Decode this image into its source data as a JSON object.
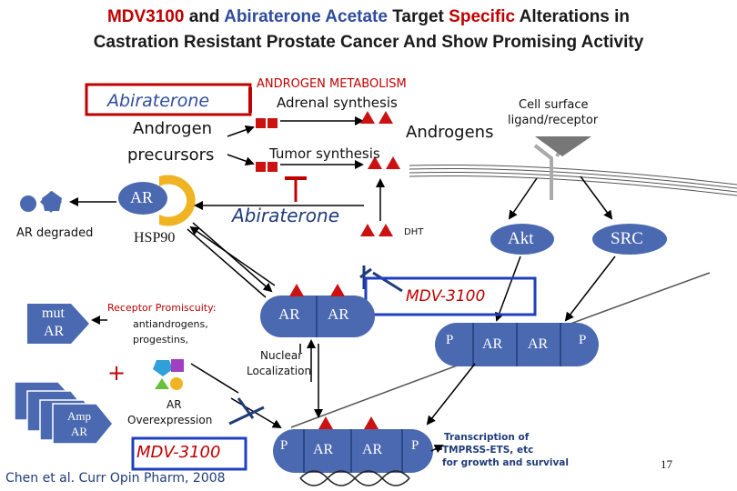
{
  "title": {
    "line1": [
      {
        "text": "MDV3100",
        "color": "red"
      },
      {
        "text": " and ",
        "color": "black"
      },
      {
        "text": "Abiraterone Acetate",
        "color": "blue"
      },
      {
        "text": " Target ",
        "color": "black"
      },
      {
        "text": "Specific",
        "color": "red"
      },
      {
        "text": " Alterations in",
        "color": "black"
      }
    ],
    "line2": "Castration Resistant Prostate Cancer And Show Promising Activity"
  },
  "labels": {
    "abiraterone_box": "Abiraterone",
    "androgen_precursors_1": "Androgen",
    "androgen_precursors_2": "precursors",
    "androgen_metabolism": "ANDROGEN METABOLISM",
    "adrenal_synthesis": "Adrenal synthesis",
    "tumor_synthesis": "Tumor synthesis",
    "androgens": "Androgens",
    "cell_surface_1": "Cell surface",
    "cell_surface_2": "ligand/receptor",
    "ar_hsp": "AR",
    "hsp90": "HSP90",
    "ar_degraded": "AR degraded",
    "abiraterone_center": "Abiraterone",
    "dht": "DHT",
    "akt": "Akt",
    "src": "SRC",
    "mut_ar_1": "mut",
    "mut_ar_2": "AR",
    "receptor_promiscuity_1": "Receptor Promiscuity:",
    "receptor_promiscuity_2": "antiandrogens,",
    "receptor_promiscuity_3": "progestins,",
    "plus": "+",
    "amp_ar_1": "Amp",
    "amp_ar_2": "AR",
    "ar_overexpression_1": "AR",
    "ar_overexpression_2": "Overexpression",
    "mdv_bottom": "MDV-3100",
    "mdv_top": "MDV-3100",
    "dimer_ar_left": "AR",
    "dimer_ar_right": "AR",
    "nuclear_1": "Nuclear",
    "nuclear_2": "Localization",
    "phos_p_left": "P",
    "phos_ar_left": "AR",
    "phos_ar_right": "AR",
    "phos_p_right": "P",
    "dna_p_left": "P",
    "dna_ar_left": "AR",
    "dna_ar_right": "AR",
    "dna_p_right": "P",
    "transcription_1": "Transcription of",
    "transcription_2": "TMPRSS-ETS, etc",
    "transcription_3": "for growth and survival",
    "citation": "Chen et al. Curr Opin Pharm, 2008",
    "page_number": "17"
  },
  "colors": {
    "red": "#c00000",
    "blue": "#2f4d9e",
    "navy": "#1f3c7a",
    "ar_oval": "#4a69b0",
    "triangle_red": "#cc1111",
    "hsp_yellow": "#f0b323",
    "box_blue": "#1f3fbf"
  }
}
